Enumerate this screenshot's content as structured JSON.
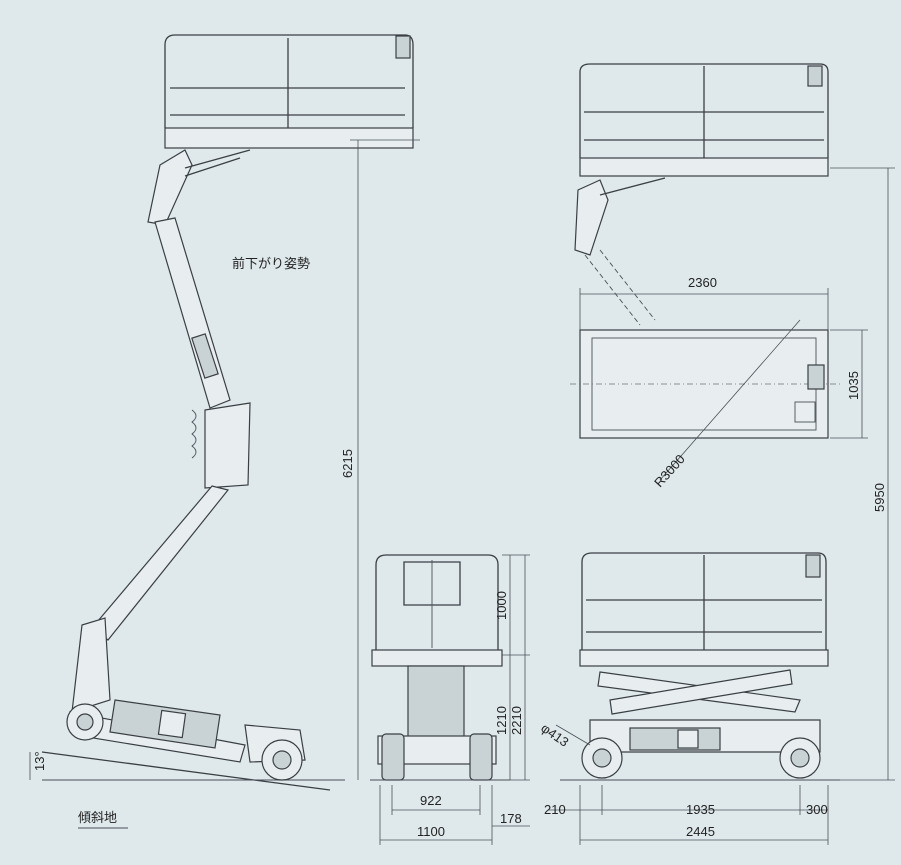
{
  "labels": {
    "title_posture": "前下がり姿勢",
    "slope": "傾斜地",
    "angle": "13°"
  },
  "dimensions": {
    "height_platform_stowed_left": "6215",
    "height_total_right": "5950",
    "top_length": "2360",
    "top_width": "1035",
    "turn_radius": "R3000",
    "rail_height": "1000",
    "floor_height": "1210",
    "overall_height": "2210",
    "wheel_dia": "φ413",
    "track_inner": "922",
    "track_outer": "1100",
    "side_offset": "178",
    "front_overhang": "210",
    "wheelbase": "1935",
    "rear_overhang": "300",
    "overall_length": "2445"
  },
  "colors": {
    "background": "#dfe9ec",
    "line": "#3a3f44"
  }
}
